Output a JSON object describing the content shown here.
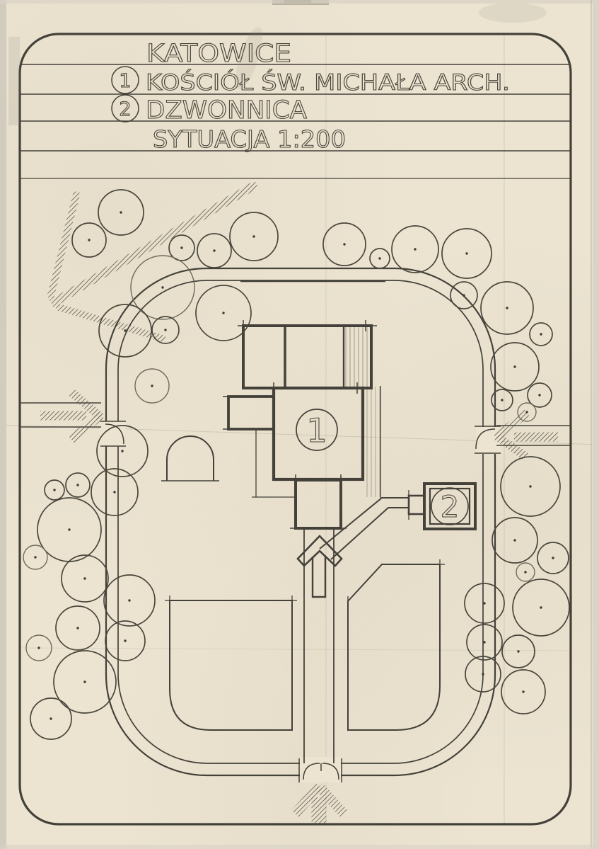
{
  "sheet": {
    "city": "KATOWICE",
    "legend": [
      {
        "number": "1",
        "label": "KOŚCIÓŁ ŚW. MICHAŁA ARCH."
      },
      {
        "number": "2",
        "label": "DZWONNICA"
      }
    ],
    "scale_label": "SYTUACJA 1:200",
    "plan": {
      "church_number": "1",
      "bell_tower_number": "2"
    }
  }
}
